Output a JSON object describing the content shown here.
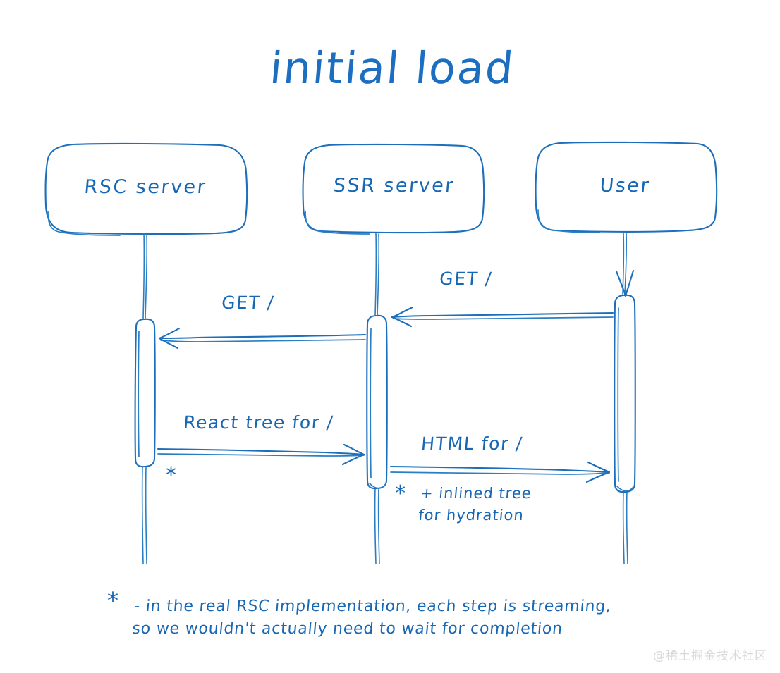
{
  "diagram": {
    "type": "sequence-diagram",
    "title": "initial load",
    "accent_color": "#1767b4",
    "background_color": "#ffffff",
    "participants": [
      {
        "id": "rsc",
        "label": "RSC server"
      },
      {
        "id": "ssr",
        "label": "SSR server"
      },
      {
        "id": "user",
        "label": "User"
      }
    ],
    "messages": [
      {
        "id": "m1",
        "label": "GET /",
        "from": "user",
        "to": "ssr",
        "direction": "left"
      },
      {
        "id": "m2",
        "label": "GET /",
        "from": "ssr",
        "to": "rsc",
        "direction": "left"
      },
      {
        "id": "m3",
        "label": "React tree for /",
        "from": "rsc",
        "to": "ssr",
        "direction": "right",
        "marker": "*"
      },
      {
        "id": "m4",
        "label": "HTML for /",
        "from": "ssr",
        "to": "user",
        "direction": "right",
        "marker": "*"
      }
    ],
    "markers": {
      "rsc_star": "*",
      "ssr_star": "*",
      "footnote_star": "*"
    },
    "annotations": [
      {
        "id": "ssr-note",
        "text": "+ inlined tree\nfor hydration"
      }
    ],
    "footnote": "- in the real RSC implementation, each step is streaming,\nso we wouldn't actually need to wait for completion"
  },
  "watermark": "@稀土掘金技术社区"
}
